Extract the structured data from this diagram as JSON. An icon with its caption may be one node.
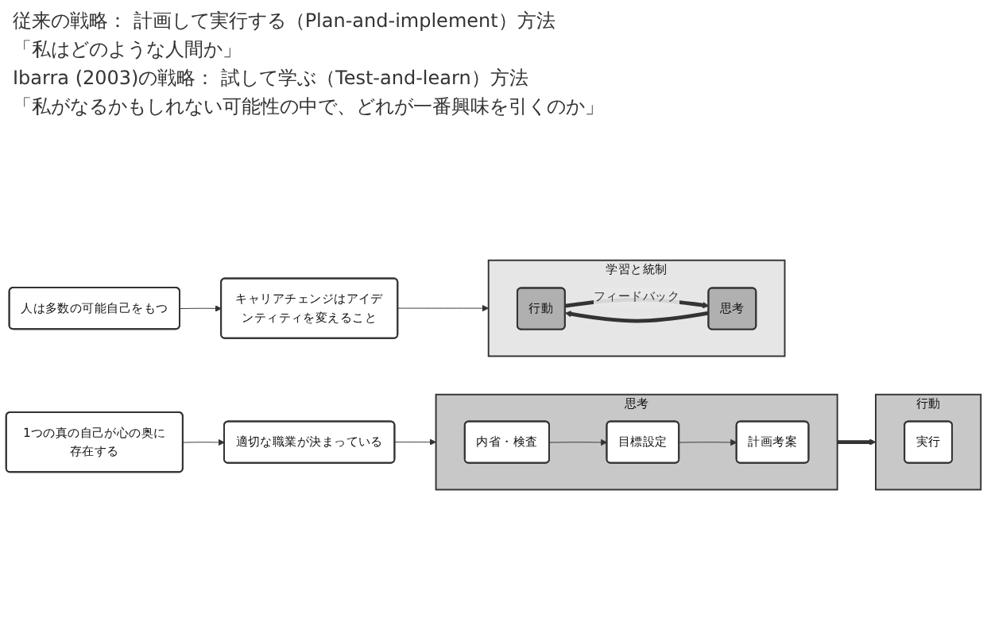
{
  "diagram": {
    "nodes": [
      {
        "text": [
          "1つの真の自己が心の奥に存在する"
        ]
      },
      {
        "text": [
          "適切な職業が決まっている"
        ]
      },
      {
        "text": [
          "思考"
        ]
      },
      {
        "text": [
          "内省・検査"
        ],
        "in": 2
      },
      {
        "text": [
          "目標設定"
        ],
        "in": 2
      },
      {
        "text": [
          "計画考案"
        ],
        "in": 2
      },
      {
        "text": [
          "行動"
        ]
      },
      {
        "text": [
          "実行"
        ],
        "in": 6
      },
      {
        "text": [
          "人は多数の可能自己をもつ"
        ]
      },
      {
        "text": [
          "キャリアチェンジはアイデンティティを変えること"
        ]
      },
      {
        "text": [
          "学習と統制"
        ]
      },
      {
        "text": [
          "行動"
        ],
        "in": 10
      },
      {
        "text": [
          "思考"
        ],
        "in": 10
      }
    ],
    "edges": [
      {
        "from": 0,
        "to": 1,
        "arrow": "to"
      },
      {
        "from": 1,
        "to": 2,
        "arrow": "to"
      },
      {
        "from": 3,
        "to": 4,
        "arrow": "to"
      },
      {
        "from": 4,
        "to": 5,
        "arrow": "to"
      },
      {
        "from": 2,
        "to": 6,
        "arrow": "to",
        "style": "thick"
      },
      {
        "from": 8,
        "to": 9,
        "arrow": "to"
      },
      {
        "from": 9,
        "to": 10,
        "arrow": "to"
      },
      {
        "from": 11,
        "to": 12,
        "arrow": "to",
        "style": "thick",
        "label": "フィードバック"
      },
      {
        "from": 12,
        "to": 11,
        "arrow": "to",
        "style": "thick"
      }
    ],
    "labels": [
      "従来の戦略： 計画して実行する（Plan-and-implement）方法",
      "「私はどのような人間か」",
      "Ibarra (2003)の戦略： 試して学ぶ（Test-and-learn）方法",
      "「私がなるかもしれない可能性の中で、どれが一番興味を引くのか」"
    ]
  }
}
